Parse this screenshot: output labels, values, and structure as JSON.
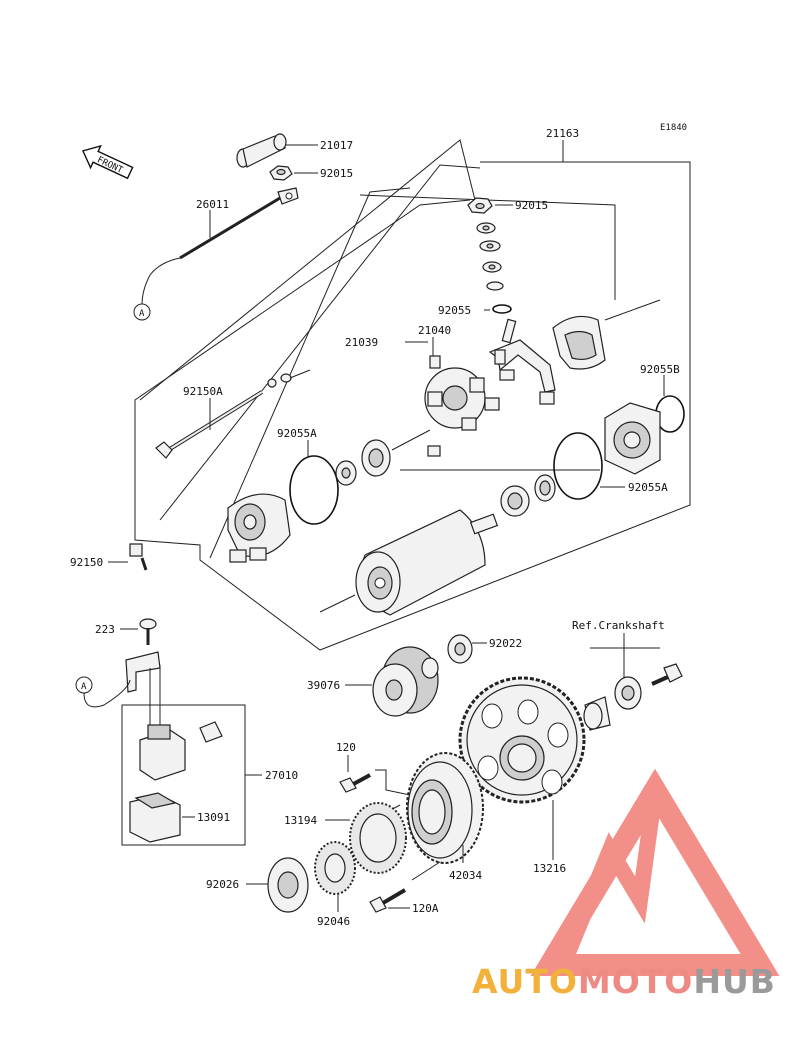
{
  "diagram_code": "E1840",
  "front_label": "FRONT",
  "ref_label": "Ref.Crankshaft",
  "connector_a": "A",
  "parts": {
    "p21017": "21017",
    "p92015a": "92015",
    "p26011": "26011",
    "p21163": "21163",
    "p92015b": "92015",
    "p92055": "92055",
    "p21039": "21039",
    "p21040": "21040",
    "p92150A": "92150A",
    "p92055B": "92055B",
    "p92055A_left": "92055A",
    "p92055A_right": "92055A",
    "p92150": "92150",
    "p223": "223",
    "p92022": "92022",
    "p39076": "39076",
    "p120": "120",
    "p27010": "27010",
    "p13194": "13194",
    "p13091": "13091",
    "p42034": "42034",
    "p13216": "13216",
    "p92026": "92026",
    "p92046": "92046",
    "p120A": "120A"
  },
  "watermark": {
    "part1": "AUTO",
    "part2": "MOTO",
    "part3": "HUB",
    "color1": "#f2b23a",
    "color2": "#ee8a84",
    "color3": "#9a9a9a"
  }
}
